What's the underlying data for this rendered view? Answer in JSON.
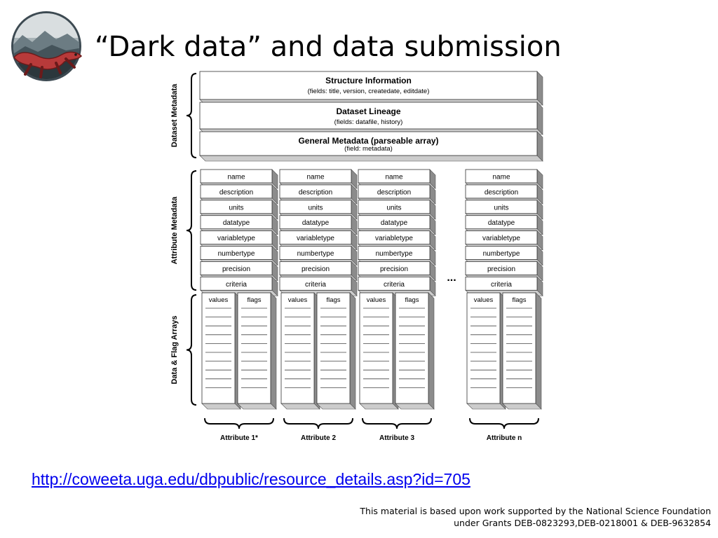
{
  "slide": {
    "title": "“Dark data” and data submission",
    "link": "http://coweeta.uga.edu/dbpublic/resource_details.asp?id=705",
    "credit_line1": "This material is based upon work supported by the National Science Foundation",
    "credit_line2": "under Grants DEB-0823293,DEB-0218001 & DEB-9632854"
  },
  "logo": {
    "icon": "salamander-mountain-logo"
  },
  "diagram": {
    "group_labels": [
      "Dataset Metadata",
      "Attribute Metadata",
      "Data & Flag Arrays"
    ],
    "dataset_blocks": [
      {
        "title": "Structure Information",
        "subtitle": "(fields: title, version, createdate, editdate)"
      },
      {
        "title": "Dataset Lineage",
        "subtitle": "(fields: datafile, history)"
      },
      {
        "title": "General Metadata (parseable array)",
        "subtitle": "(field: metadata)"
      }
    ],
    "attribute_fields": [
      "name",
      "description",
      "units",
      "datatype",
      "variabletype",
      "numbertype",
      "precision",
      "criteria"
    ],
    "array_headers": [
      "values",
      "flags"
    ],
    "attributes": [
      "Attribute 1*",
      "Attribute 2",
      "Attribute 3",
      "Attribute n"
    ],
    "ellipsis": "..."
  },
  "colors": {
    "box_face": "#ffffff",
    "box_side": "#8c8c8c",
    "box_top": "#cccccc",
    "link": "#0000ee"
  }
}
